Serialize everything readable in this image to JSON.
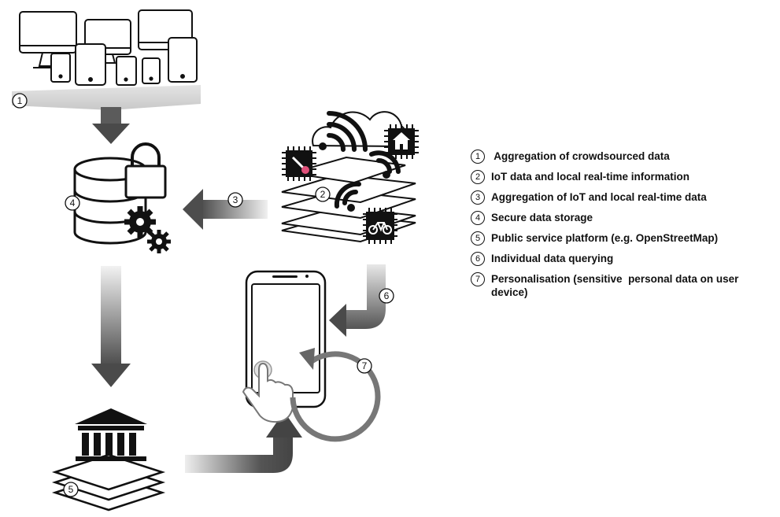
{
  "markers": {
    "m1": "1",
    "m2": "2",
    "m3": "3",
    "m4": "4",
    "m5": "5",
    "m6": "6",
    "m7": "7"
  },
  "legend": {
    "items": [
      {
        "num": "1",
        "text": " Aggregation of crowdsourced data"
      },
      {
        "num": "2",
        "text": "IoT data and local real-time information"
      },
      {
        "num": "3",
        "text": "Aggregation of IoT and local real-time data"
      },
      {
        "num": "4",
        "text": "Secure data storage"
      },
      {
        "num": "5",
        "text": "Public service platform (e.g. OpenStreetMap)"
      },
      {
        "num": "6",
        "text": "Individual data querying"
      },
      {
        "num": "7",
        "text": "Personalisation (sensitive  personal data on user device)"
      }
    ]
  },
  "colors": {
    "stroke": "#111111",
    "arrow_dark": "#4a4a4a",
    "arrow_light": "#d9d9d9",
    "temperature_accent": "#e0507a"
  }
}
